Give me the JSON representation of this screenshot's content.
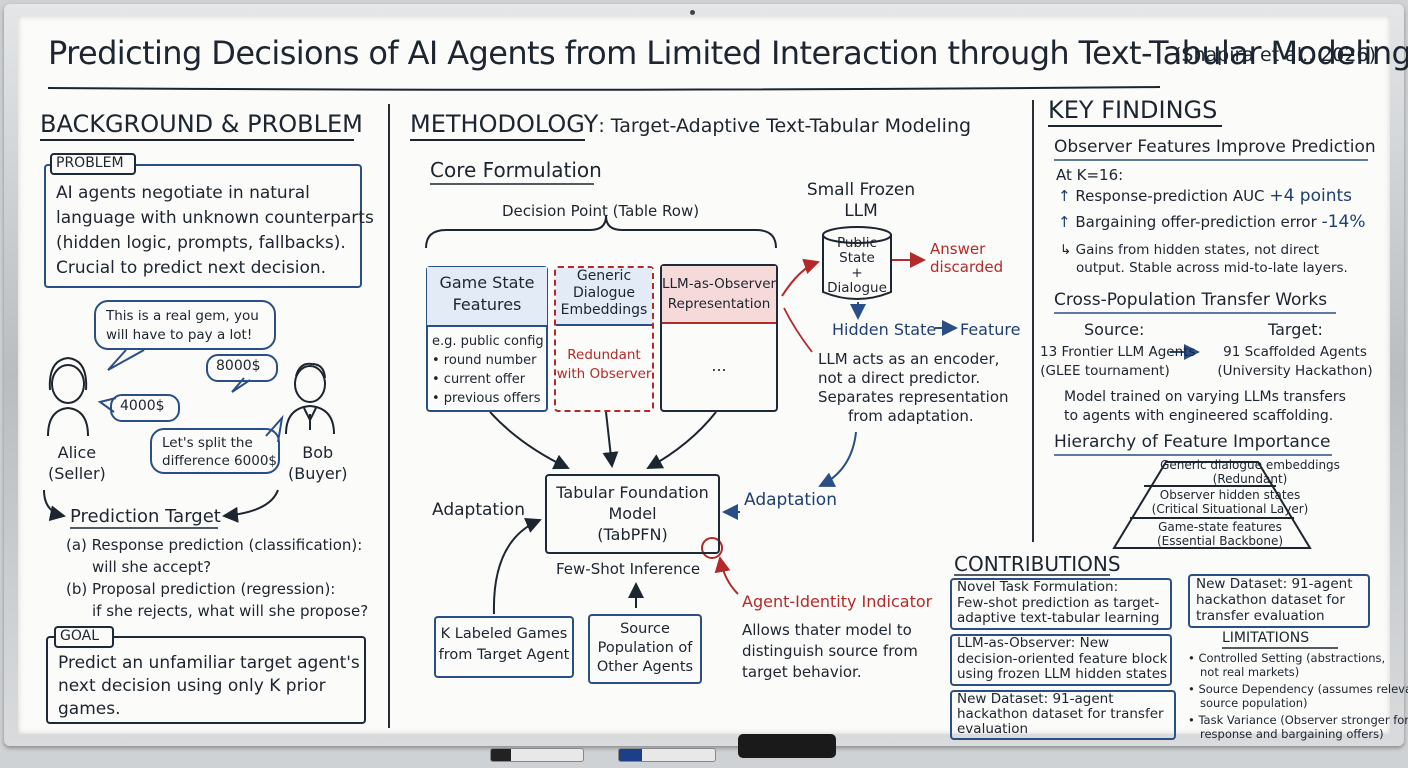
{
  "title": {
    "main": "Predicting Decisions of AI Agents from Limited Interaction through Text-Tabular Modeling",
    "citation": "(Shapira et al., 2026)"
  },
  "background": {
    "heading": "BACKGROUND & PROBLEM",
    "problem_tag": "PROBLEM",
    "problem_lines": [
      "AI agents negotiate in natural",
      "language with unknown counterparts",
      "(hidden logic, prompts, fallbacks).",
      "Crucial to predict next decision."
    ],
    "bubble_gem": [
      "This is a real gem, you",
      "will have to pay a lot!"
    ],
    "bubble_8000": "8000$",
    "bubble_4000": "4000$",
    "bubble_split": [
      "Let's split the",
      "difference 6000$"
    ],
    "alice": [
      "Alice",
      "(Seller)"
    ],
    "bob": [
      "Bob",
      "(Buyer)"
    ],
    "prediction_target": "Prediction Target",
    "pt_lines": [
      "(a) Response prediction (classification):",
      "will she accept?",
      "(b) Proposal prediction (regression):",
      "if she rejects, what will she propose?"
    ],
    "goal_tag": "GOAL",
    "goal_lines": [
      "Predict an unfamiliar target agent's",
      "next decision using only K prior",
      "games."
    ]
  },
  "methodology": {
    "heading": "METHODOLOGY",
    "subheading": ": Target-Adaptive Text-Tabular Modeling",
    "core": "Core Formulation",
    "decision_point": "Decision Point (Table Row)",
    "col1_head": [
      "Game State",
      "Features"
    ],
    "col1_lines": [
      "e.g. public config",
      "• round number",
      "• current offer",
      "• previous offers"
    ],
    "col2_head": [
      "Generic",
      "Dialogue",
      "Embeddings"
    ],
    "col2_body": [
      "Redundant",
      "with Observer"
    ],
    "col3_head": [
      "LLM-as-Observer",
      "Representation"
    ],
    "col3_body": "...",
    "small_frozen": [
      "Small Frozen",
      "LLM"
    ],
    "cylinder_lines": [
      "Public",
      "State",
      "+",
      "Dialogue"
    ],
    "answer": [
      "Answer",
      "discarded"
    ],
    "hidden_state": "Hidden State",
    "feature": "Feature",
    "encoder_lines": [
      "LLM acts as an encoder,",
      "not a direct predictor.",
      "Separates representation",
      "from adaptation."
    ],
    "adaptation_left": "Adaptation",
    "adaptation_right": "Adaptation",
    "tfm": [
      "Tabular Foundation",
      "Model",
      "(TabPFN)"
    ],
    "fewshot": "Few-Shot Inference",
    "k_labeled": [
      "K Labeled Games",
      "from Target Agent"
    ],
    "source_pop": [
      "Source",
      "Population of",
      "Other Agents"
    ],
    "agent_id": "Agent-Identity Indicator",
    "agent_id_lines": [
      "Allows thater model to",
      "distinguish source from",
      "target behavior."
    ]
  },
  "findings": {
    "heading": "KEY FINDINGS",
    "observer": "Observer Features Improve Prediction",
    "at_k": "At K=16:",
    "auc": "Response-prediction AUC",
    "auc_val": "+4 points",
    "bargain": "Bargaining offer-prediction error",
    "bargain_val": "-14%",
    "gains": [
      "Gains from hidden states, not direct",
      "output. Stable across mid-to-late layers."
    ],
    "transfer": "Cross-Population Transfer Works",
    "source_label": "Source:",
    "target_label": "Target:",
    "source_lines": [
      "13 Frontier LLM Agents",
      "(GLEE tournament)"
    ],
    "target_lines": [
      "91 Scaffolded Agents",
      "(University Hackathon)"
    ],
    "model_lines": [
      "Model trained on varying LLMs transfers",
      "to agents with engineered scaffolding."
    ],
    "hierarchy": "Hierarchy of Feature Importance",
    "pyr_top": [
      "Generic dialogue embeddings",
      "(Redundant)"
    ],
    "pyr_mid": [
      "Observer hidden states",
      "(Critical Situational Layer)"
    ],
    "pyr_bot": [
      "Game-state features",
      "(Essential Backbone)"
    ]
  },
  "contributions": {
    "heading": "CONTRIBUTIONS",
    "c1": [
      "Novel Task Formulation:",
      "Few-shot prediction as target-",
      "adaptive text-tabular learning"
    ],
    "c2": [
      "LLM-as-Observer: New",
      "decision-oriented feature block",
      "using frozen LLM hidden states"
    ],
    "c3": [
      "New Dataset: 91-agent",
      "hackathon dataset for transfer",
      "evaluation"
    ],
    "c4": [
      "New Dataset: 91-agent",
      "hackathon dataset for",
      "transfer evaluation"
    ],
    "limitations": "LIMITATIONS",
    "l1": [
      "• Controlled Setting (abstractions,",
      "not real markets)"
    ],
    "l2": [
      "• Source Dependency (assumes relevant",
      "source population)"
    ],
    "l3": [
      "• Task Variance (Observer stronger for",
      "response and bargaining offers)"
    ]
  }
}
